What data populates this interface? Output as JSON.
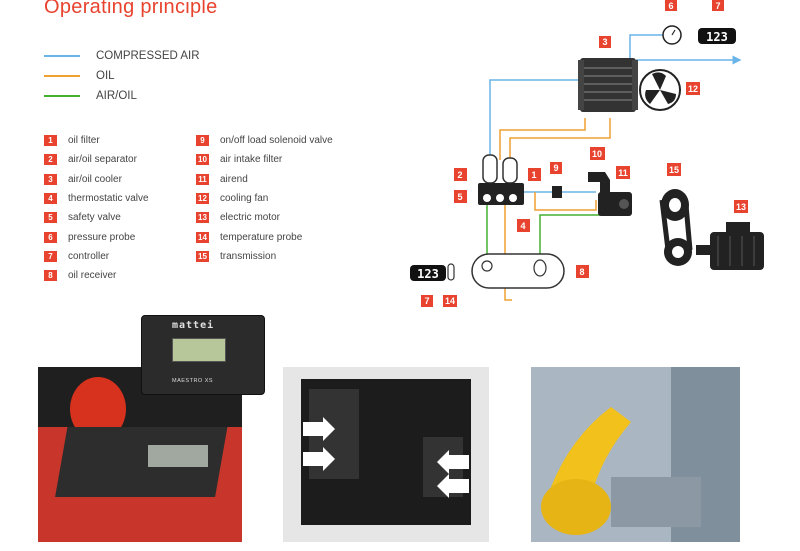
{
  "title": "Operating principle",
  "legend": [
    {
      "label": "COMPRESSED AIR",
      "color": "#6ab4e8"
    },
    {
      "label": "OIL",
      "color": "#f0a030"
    },
    {
      "label": "AIR/OIL",
      "color": "#44b030"
    }
  ],
  "parts_col1": [
    {
      "num": "1",
      "label": "oil filter"
    },
    {
      "num": "2",
      "label": "air/oil separator"
    },
    {
      "num": "3",
      "label": "air/oil cooler"
    },
    {
      "num": "4",
      "label": "thermostatic valve"
    },
    {
      "num": "5",
      "label": "safety valve"
    },
    {
      "num": "6",
      "label": "pressure probe"
    },
    {
      "num": "7",
      "label": "controller"
    },
    {
      "num": "8",
      "label": "oil receiver"
    }
  ],
  "parts_col2": [
    {
      "num": "9",
      "label": "on/off load solenoid valve"
    },
    {
      "num": "10",
      "label": "air intake filter"
    },
    {
      "num": "11",
      "label": "airend"
    },
    {
      "num": "12",
      "label": "cooling fan"
    },
    {
      "num": "13",
      "label": "electric motor"
    },
    {
      "num": "14",
      "label": "temperature probe"
    },
    {
      "num": "15",
      "label": "transmission"
    }
  ],
  "diagram_badges": {
    "b1": "1",
    "b2": "2",
    "b3": "3",
    "b4": "4",
    "b5": "5",
    "b6": "6",
    "b7_top": "7",
    "b7_bottom": "7",
    "b8": "8",
    "b9": "9",
    "b10": "10",
    "b11": "11",
    "b12": "12",
    "b13": "13",
    "b14": "14",
    "b15": "15"
  },
  "controller_display_top": "123",
  "controller_display_bottom": "123",
  "controller_brand": "mattei",
  "controller_model": "MAESTRO XS",
  "colors": {
    "accent": "#e8432e",
    "compressed_air": "#6ab4e8",
    "oil": "#f0a030",
    "air_oil": "#44b030"
  }
}
